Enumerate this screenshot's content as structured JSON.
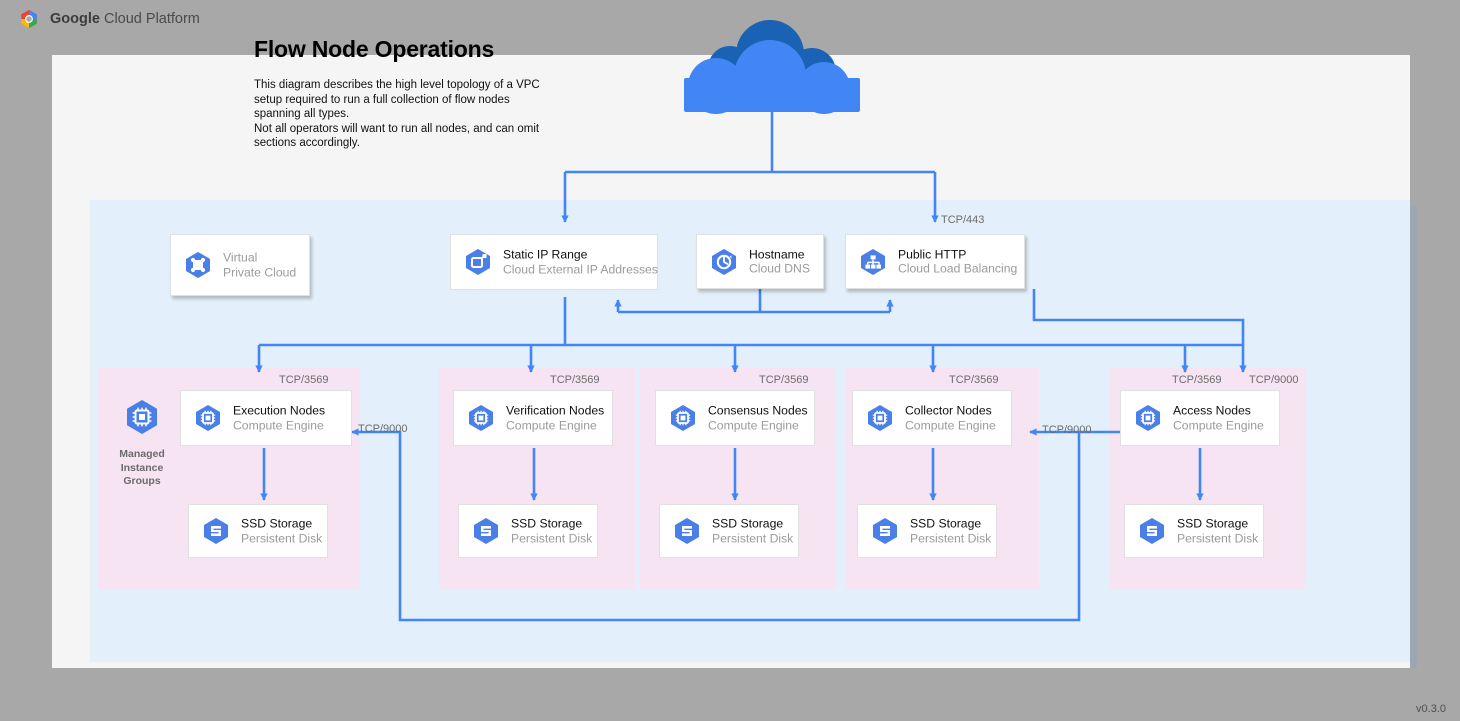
{
  "brand": {
    "logo_icon": "google-cloud-hexagon-logo",
    "name_bold": "Google",
    "name_rest": " Cloud Platform"
  },
  "diagram": {
    "title": "Flow Node Operations",
    "description": "This diagram describes the high level topology of a VPC setup required to run a full collection of flow nodes spanning all types.\nNot all operators will want to run all nodes, and can omit sections accordingly.",
    "version": "v0.3.0",
    "internet_icon": "cloud-icon"
  },
  "colors": {
    "vpc_panel": "#e3f0fb",
    "group_panel": "#f7e4f2",
    "connector": "#4285f4",
    "icon_blue": "#4a7fe8",
    "page": "#f5f5f5",
    "desktop": "#a8a8a8",
    "cloud_light": "#4285f4",
    "cloud_dark": "#1a62b3"
  },
  "vpc": {
    "label_line1": "Virtual",
    "label_line2": "Private Cloud",
    "icon": "virtual-private-cloud-icon"
  },
  "top_nodes": [
    {
      "id": "static-ip-range",
      "title": "Static IP Range",
      "subtitle": "Cloud External IP Addresses",
      "icon": "external-ip-icon",
      "stacked": true
    },
    {
      "id": "hostname",
      "title": "Hostname",
      "subtitle": "Cloud DNS",
      "icon": "cloud-dns-icon",
      "stacked": false
    },
    {
      "id": "public-http",
      "title": "Public HTTP",
      "subtitle": "Cloud Load Balancing",
      "icon": "cloud-load-balancing-icon",
      "stacked": false
    }
  ],
  "group_label": {
    "line1": "Managed",
    "line2": "Instance",
    "line3": "Groups",
    "icon": "managed-instance-group-icon"
  },
  "groups": [
    {
      "id": "execution",
      "compute": {
        "title": "Execution Nodes",
        "subtitle": "Compute Engine",
        "icon": "compute-engine-icon"
      },
      "storage": {
        "title": "SSD Storage",
        "subtitle": "Persistent Disk",
        "icon": "persistent-disk-icon"
      },
      "ports": [
        "TCP/3569"
      ]
    },
    {
      "id": "verification",
      "compute": {
        "title": "Verification Nodes",
        "subtitle": "Compute Engine",
        "icon": "compute-engine-icon"
      },
      "storage": {
        "title": "SSD Storage",
        "subtitle": "Persistent Disk",
        "icon": "persistent-disk-icon"
      },
      "ports": [
        "TCP/3569"
      ]
    },
    {
      "id": "consensus",
      "compute": {
        "title": "Consensus Nodes",
        "subtitle": "Compute Engine",
        "icon": "compute-engine-icon"
      },
      "storage": {
        "title": "SSD Storage",
        "subtitle": "Persistent Disk",
        "icon": "persistent-disk-icon"
      },
      "ports": [
        "TCP/3569"
      ]
    },
    {
      "id": "collector",
      "compute": {
        "title": "Collector Nodes",
        "subtitle": "Compute Engine",
        "icon": "compute-engine-icon"
      },
      "storage": {
        "title": "SSD Storage",
        "subtitle": "Persistent Disk",
        "icon": "persistent-disk-icon"
      },
      "ports": [
        "TCP/3569"
      ]
    },
    {
      "id": "access",
      "compute": {
        "title": "Access Nodes",
        "subtitle": "Compute Engine",
        "icon": "compute-engine-icon"
      },
      "storage": {
        "title": "SSD Storage",
        "subtitle": "Persistent Disk",
        "icon": "persistent-disk-icon"
      },
      "ports": [
        "TCP/3569",
        "TCP/9000"
      ]
    }
  ],
  "connector_labels": {
    "internet_to_lb": "TCP/443",
    "to_execution": "TCP/3569",
    "to_verification": "TCP/3569",
    "to_consensus": "TCP/3569",
    "to_collector": "TCP/3569",
    "to_access": "TCP/3569",
    "access_ingress": "TCP/9000",
    "access_to_collector": "TCP/9000",
    "access_to_execution": "TCP/9000",
    "access_left_bus": "TCP/9000"
  }
}
